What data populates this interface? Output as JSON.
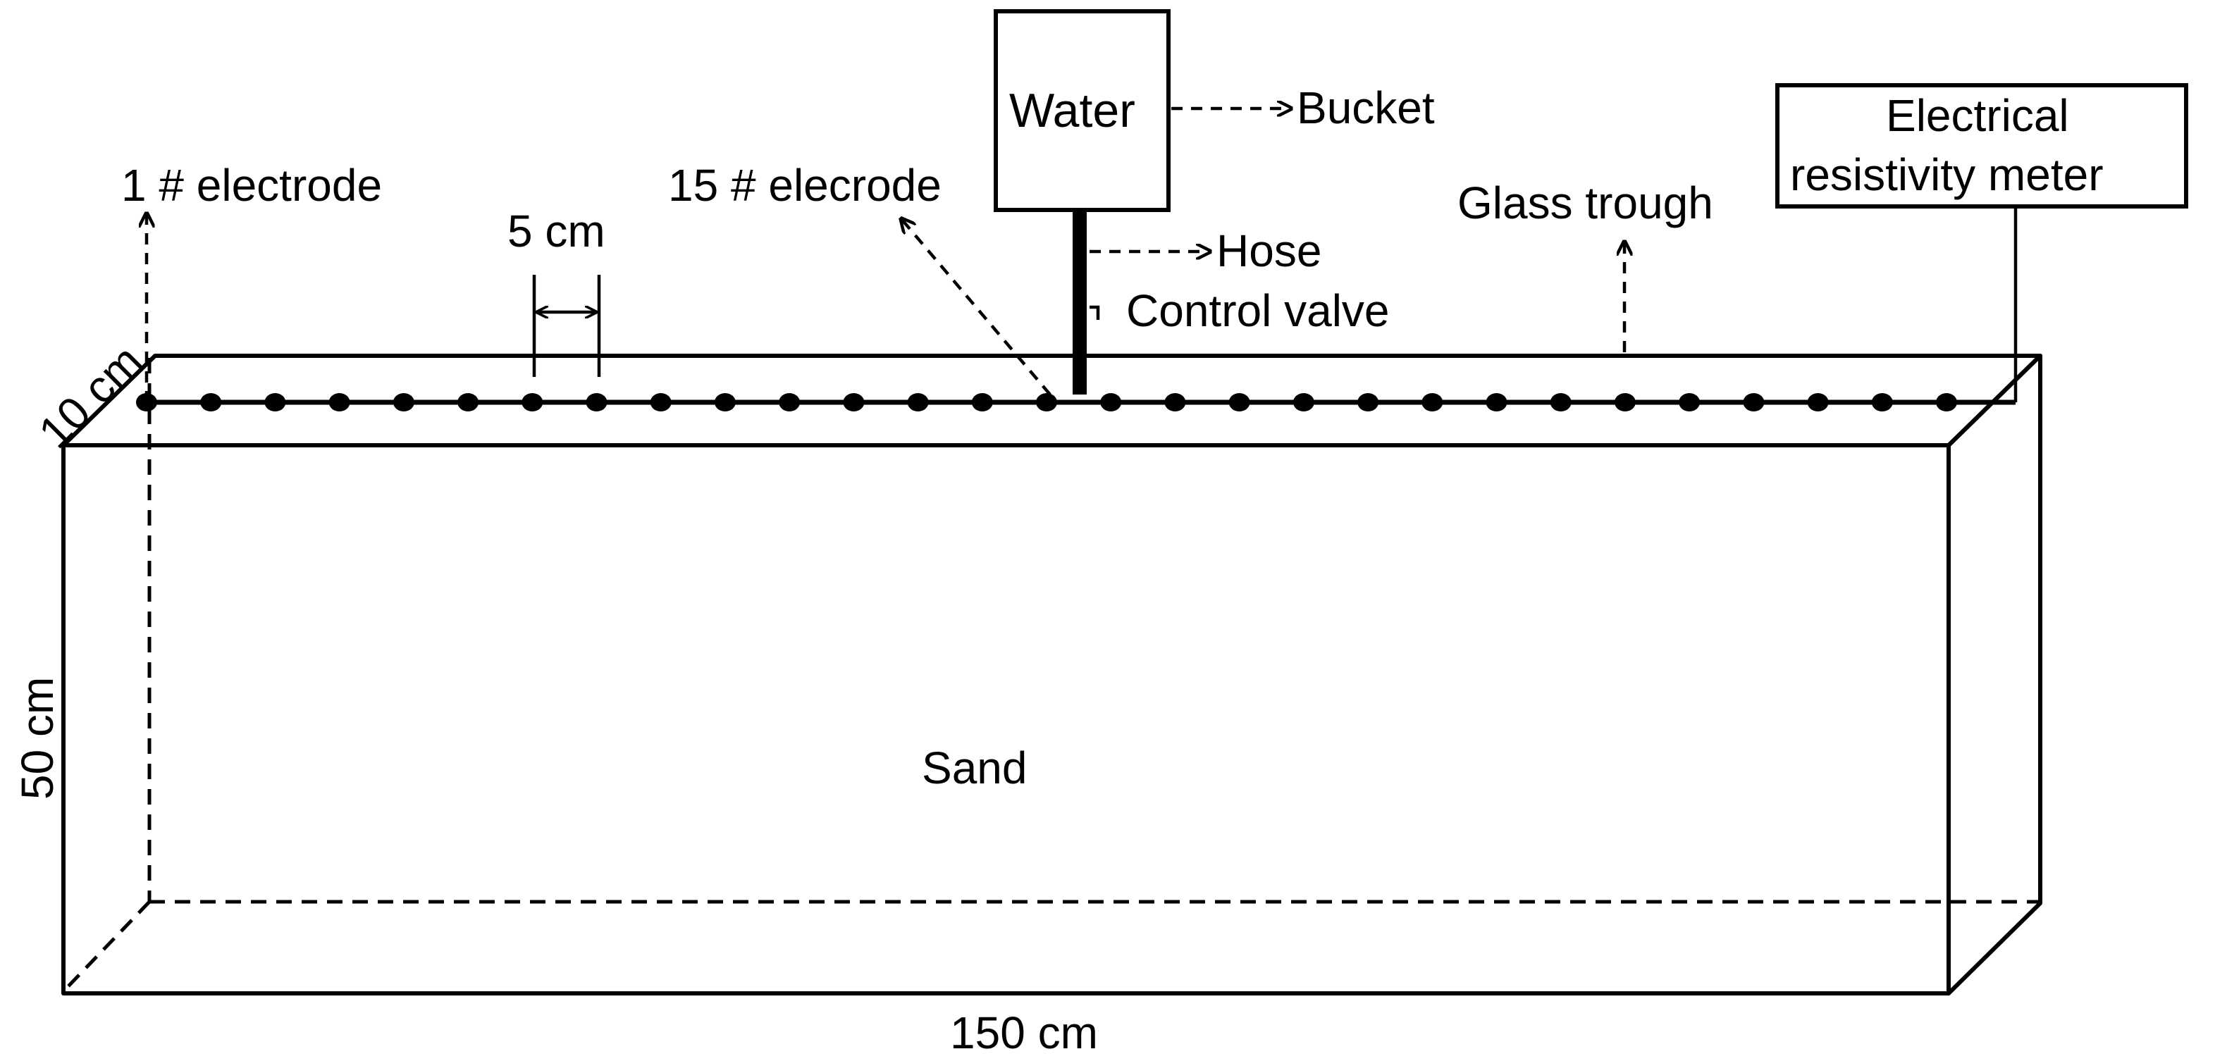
{
  "labels": {
    "electrode_1": "1 # electrode",
    "electrode_15": "15 # elecrode",
    "spacing": "5 cm",
    "water": "Water",
    "bucket": "Bucket",
    "hose": "Hose",
    "control_valve": "Control valve",
    "glass_trough": "Glass trough",
    "meter_line1": "Electrical",
    "meter_line2": "resistivity meter",
    "width_dim": "10 cm",
    "height_dim": "50 cm",
    "length_dim": "150 cm",
    "sand": "Sand"
  },
  "electrodes": {
    "count": 29
  },
  "colors": {
    "line": "#000000",
    "fill_front": "#f2f2f2",
    "fill_top": "#f5f5f5",
    "fill_side": "#d6d6d6"
  }
}
